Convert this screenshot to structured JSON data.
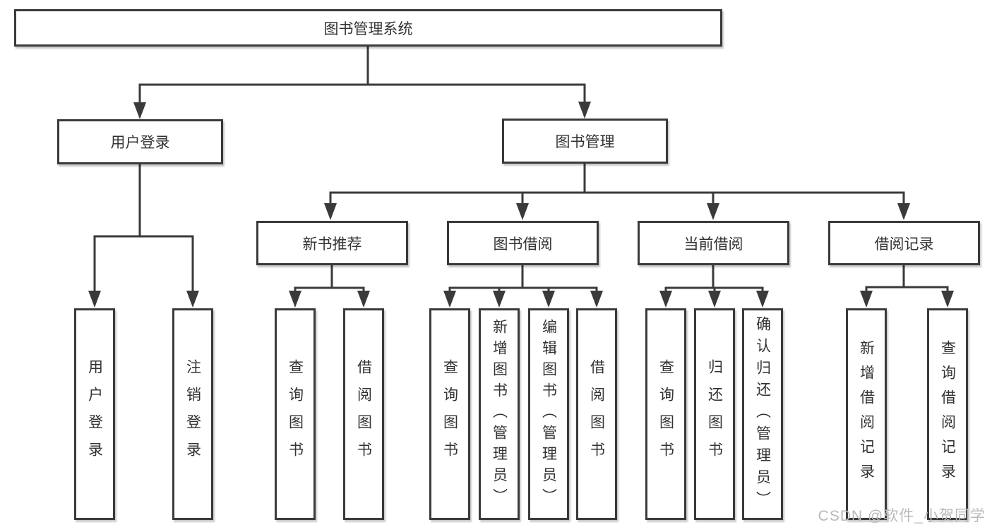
{
  "page": {
    "watermark": "CSDN @软件_小贺同学"
  },
  "colors": {
    "line": "#3a3a3a",
    "box_border": "#3a3a3a",
    "text": "#333333",
    "watermark": "#b9b9b9",
    "background": "#ffffff"
  },
  "tree": {
    "root": {
      "label": "图书管理系统"
    },
    "user_login": {
      "label": "用户登录",
      "children": [
        {
          "label": "用户登录"
        },
        {
          "label": "注销登录"
        }
      ]
    },
    "book_management": {
      "label": "图书管理",
      "sections": [
        {
          "label": "新书推荐",
          "children": [
            {
              "label": "查询图书"
            },
            {
              "label": "借阅图书"
            }
          ]
        },
        {
          "label": "图书借阅",
          "children": [
            {
              "label": "查询图书"
            },
            {
              "label": "新增图书（管理员）"
            },
            {
              "label": "编辑图书（管理员）"
            },
            {
              "label": "借阅图书"
            }
          ]
        },
        {
          "label": "当前借阅",
          "children": [
            {
              "label": "查询图书"
            },
            {
              "label": "归还图书"
            },
            {
              "label": "确认归还（管理员）"
            }
          ]
        },
        {
          "label": "借阅记录",
          "children": [
            {
              "label": "新增借阅记录"
            },
            {
              "label": "查询借阅记录"
            }
          ]
        }
      ]
    }
  }
}
